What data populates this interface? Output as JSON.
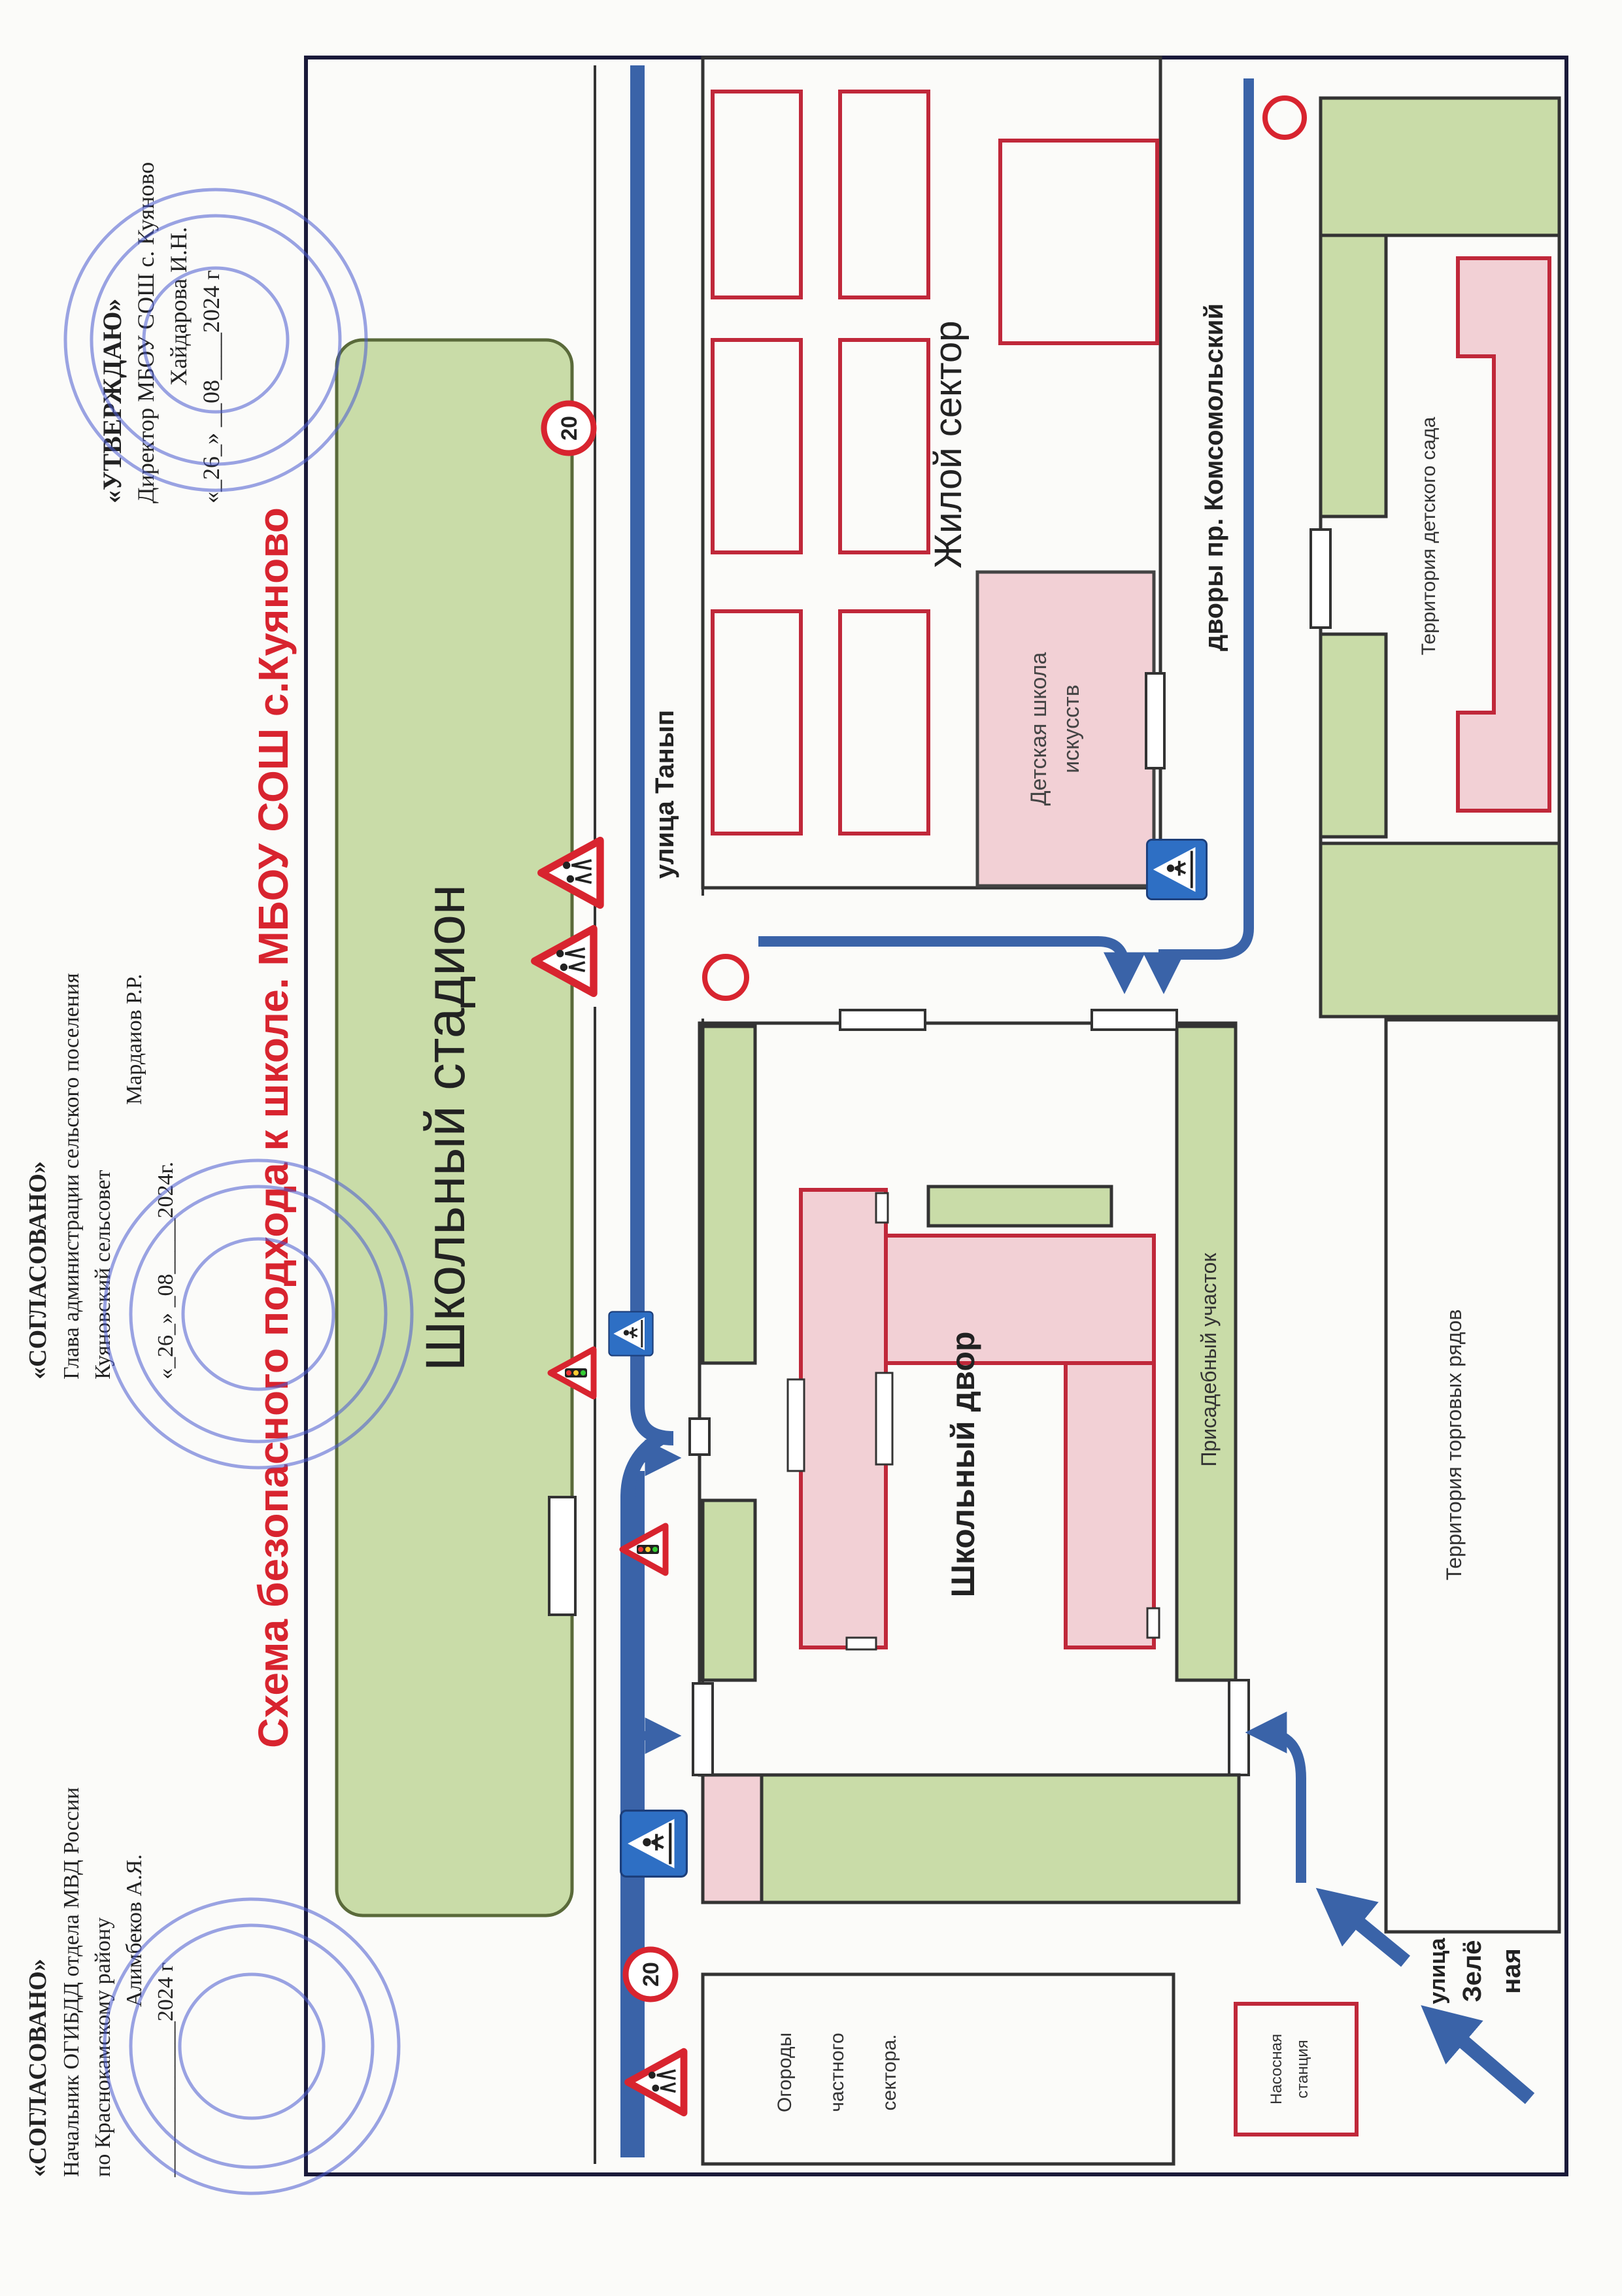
{
  "title": "Схема безопасного подхода к школе. МБОУ СОШ с.Куяново",
  "approval_left": {
    "heading": "«СОГЛАСОВАНО»",
    "line1": "Начальник ОГИБДД отдела МВД России",
    "line2": "по Краснокамскому району",
    "name": "Алимбеков А.Я.",
    "date": "______________2024 г"
  },
  "approval_mid": {
    "heading": "«СОГЛАСОВАНО»",
    "line1": "Глава администрации сельского поселения",
    "line2": "Куяновский сельсовет",
    "name": "Мардаиов Р.Р.",
    "date": "«_26_» _08_____2024г."
  },
  "approval_right": {
    "heading": "«УТВЕРЖДАЮ»",
    "line1": "Директор МБОУ СОШ с. Куяново",
    "name": "Хайдарова И.Н.",
    "date": "«_26_» __08____2024 г"
  },
  "labels": {
    "stadium": "Школьный стадион",
    "residential": "Жилой сектор",
    "art_school": [
      "Детская школа",
      "искусств"
    ],
    "komsomolsky": "дворы пр. Комсомольский",
    "kindergarten": "Территория детского сада",
    "tanyp": "улица Танып",
    "school_yard": "Школьный двор",
    "garden_plot": "Присадебный участок",
    "market": "Территория торговых рядов",
    "gardens": [
      "Огороды",
      "частного",
      "сектора."
    ],
    "pump": [
      "Насосная",
      "станция"
    ],
    "zelenaya": [
      "улица",
      "Зелё",
      "ная"
    ],
    "speed_limit": "20"
  },
  "colors": {
    "green": "#c9dca8",
    "pink": "#f2d0d5",
    "red_outline": "#c0283a",
    "blue_road": "#3a63a8",
    "title_red": "#d8242f",
    "stamp_blue": "#4a5bd0"
  },
  "icons": [
    "pedestrian-crossing-sign",
    "children-warning-sign",
    "traffic-light-sign",
    "speed-limit-sign",
    "no-entry-sign",
    "direction-arrow",
    "seal-stamp"
  ]
}
